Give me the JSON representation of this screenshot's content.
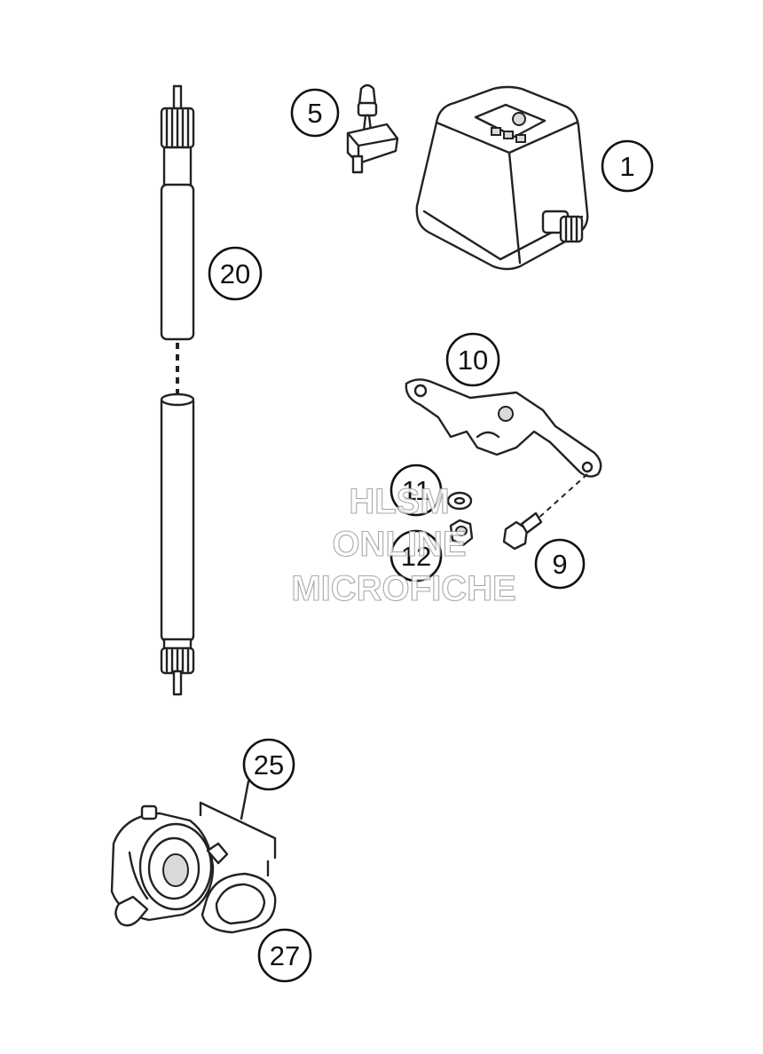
{
  "callouts": [
    {
      "id": "1",
      "label": "1"
    },
    {
      "id": "5",
      "label": "5"
    },
    {
      "id": "20",
      "label": "20"
    },
    {
      "id": "10",
      "label": "10"
    },
    {
      "id": "11",
      "label": "11"
    },
    {
      "id": "12",
      "label": "12"
    },
    {
      "id": "9",
      "label": "9"
    },
    {
      "id": "25",
      "label": "25"
    },
    {
      "id": "27",
      "label": "27"
    }
  ],
  "watermark": {
    "line1": "HLSM",
    "line2": "ONLINE",
    "line3": "MICROFICHE"
  }
}
